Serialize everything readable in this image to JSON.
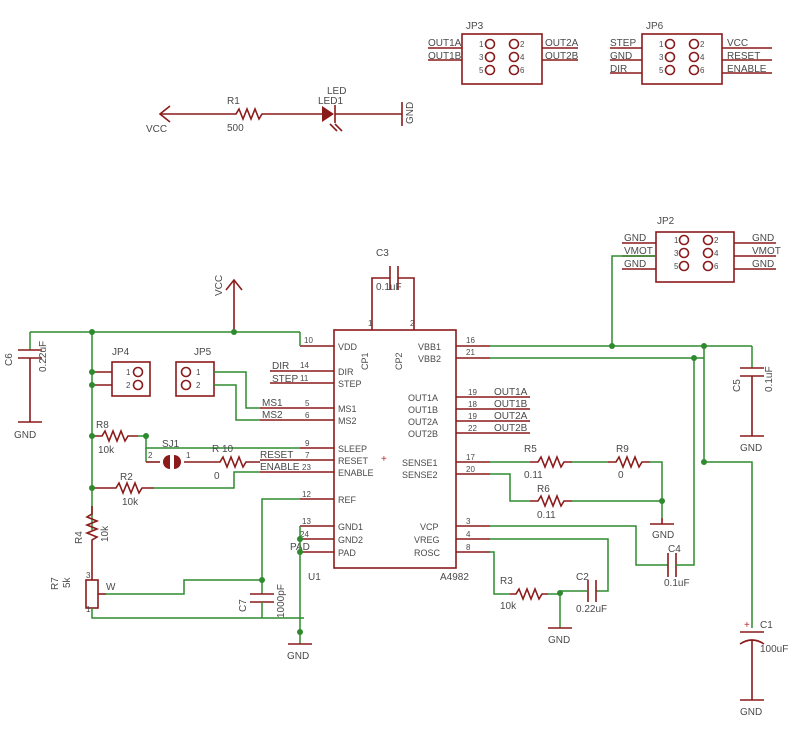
{
  "jp3": {
    "ref": "JP3",
    "l1": "OUT1A",
    "l2": "OUT1B",
    "r1": "OUT2A",
    "r2": "OUT2B",
    "p1": "1",
    "p2": "2",
    "p3": "3",
    "p4": "4",
    "p5": "5",
    "p6": "6"
  },
  "jp6": {
    "ref": "JP6",
    "l1": "STEP",
    "l2": "GND",
    "l3": "DIR",
    "r1": "VCC",
    "r2": "RESET",
    "r3": "ENABLE",
    "p1": "1",
    "p2": "2",
    "p3": "3",
    "p4": "4",
    "p5": "5",
    "p6": "6"
  },
  "jp2": {
    "ref": "JP2",
    "l1": "GND",
    "l2": "VMOT",
    "l3": "GND",
    "r1": "GND",
    "r2": "VMOT",
    "r3": "GND",
    "p1": "1",
    "p2": "2",
    "p3": "3",
    "p4": "4",
    "p5": "5",
    "p6": "6"
  },
  "jp4": {
    "ref": "JP4",
    "p1": "1",
    "p2": "2"
  },
  "jp5": {
    "ref": "JP5",
    "p1": "1",
    "p2": "2"
  },
  "led": {
    "name": "LED",
    "ref": "LED1"
  },
  "r1": {
    "ref": "R1",
    "value": "500"
  },
  "r2": {
    "ref": "R2",
    "value": "10k"
  },
  "r3": {
    "ref": "R3",
    "value": "10k"
  },
  "r4": {
    "ref": "R4",
    "value": "10k"
  },
  "r5": {
    "ref": "R5",
    "value": "0.11"
  },
  "r6": {
    "ref": "R6",
    "value": "0.11"
  },
  "r7": {
    "ref": "R7",
    "value": "5k",
    "wiper": "W",
    "p1": "1",
    "p3": "3"
  },
  "r8": {
    "ref": "R8",
    "value": "10k"
  },
  "r9": {
    "ref": "R9",
    "value": "0"
  },
  "r10": {
    "ref": "R 10",
    "value": "0"
  },
  "sj1": {
    "ref": "SJ1",
    "p1": "1",
    "p2": "2"
  },
  "c1": {
    "ref": "C1",
    "value": "100uF",
    "plus": "+"
  },
  "c2": {
    "ref": "C2",
    "value": "0.22uF"
  },
  "c3": {
    "ref": "C3",
    "value": "0.1uF"
  },
  "c4": {
    "ref": "C4",
    "value": "0.1uF"
  },
  "c5": {
    "ref": "C5",
    "value": "0.1uF"
  },
  "c6": {
    "ref": "C6",
    "value": "0.22uF"
  },
  "c7": {
    "ref": "C7",
    "value": "1000pF"
  },
  "nets": {
    "vcc": "VCC",
    "gnd": "GND",
    "dir": "DIR",
    "step": "STEP",
    "ms1": "MS1",
    "ms2": "MS2",
    "reset": "RESET",
    "enable": "ENABLE",
    "out1a": "OUT1A",
    "out1b": "OUT1B",
    "out2a": "OUT2A",
    "out2b": "OUT2B",
    "pad": "PAD"
  },
  "u1": {
    "ref": "U1",
    "part": "A4982",
    "cp1": "CP1",
    "cp2": "CP2",
    "plus": "+",
    "vdd": "VDD",
    "dir": "DIR",
    "step": "STEP",
    "ms1": "MS1",
    "ms2": "MS2",
    "sleep": "SLEEP",
    "reset": "RESET",
    "enable": "ENABLE",
    "ref_pin": "REF",
    "gnd1": "GND1",
    "gnd2": "GND2",
    "pad": "PAD",
    "vbb1": "VBB1",
    "vbb2": "VBB2",
    "out1a": "OUT1A",
    "out1b": "OUT1B",
    "out2a": "OUT2A",
    "out2b": "OUT2B",
    "sense1": "SENSE1",
    "sense2": "SENSE2",
    "vcp": "VCP",
    "vreg": "VREG",
    "rosc": "ROSC",
    "n10": "10",
    "n14": "14",
    "n11": "11",
    "n5": "5",
    "n6": "6",
    "n9": "9",
    "n7": "7",
    "n23": "23",
    "n12": "12",
    "n13": "13",
    "n24": "24",
    "n16": "16",
    "n21": "21",
    "n19": "19",
    "n18": "18",
    "n22": "22",
    "n17": "17",
    "n20": "20",
    "n3": "3",
    "n4": "4",
    "n8": "8",
    "n1": "1",
    "n2": "2"
  }
}
